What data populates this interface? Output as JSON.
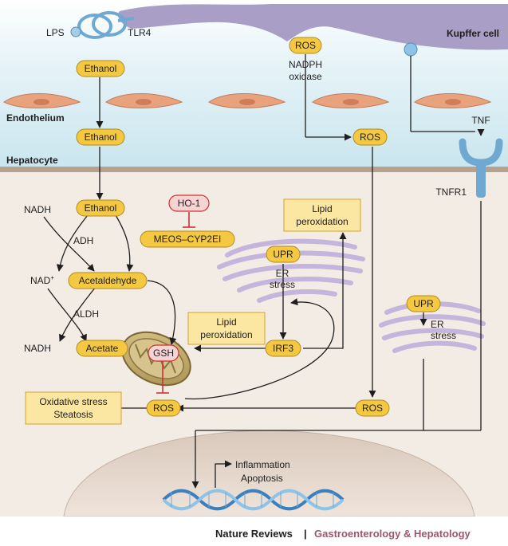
{
  "regions": {
    "kupffer_cell": "Kupffer cell",
    "endothelium": "Endothelium",
    "hepatocyte": "Hepatocyte"
  },
  "molecules": {
    "lps": "LPS",
    "tlr4": "TLR4",
    "ethanol": "Ethanol",
    "ros": "ROS",
    "nadph_oxidase": [
      "NADPH",
      "oxidase"
    ],
    "tnf": "TNF",
    "tnfr1": "TNFR1",
    "nadh": "NADH",
    "nad": "NAD",
    "nad_sup": "+",
    "adh": "ADH",
    "aldh": "ALDH",
    "acetaldehyde": "Acetaldehyde",
    "acetate": "Acetate",
    "gsh": "GSH",
    "ho1": "HO-1",
    "meos": "MEOS–CYP2EI",
    "upr": "UPR",
    "er_stress": [
      "ER",
      "stress"
    ],
    "irf3": "IRF3"
  },
  "boxes": {
    "lipid_peroxidation_1": [
      "Lipid",
      "peroxidation"
    ],
    "lipid_peroxidation_2": [
      "Lipid",
      "peroxidation"
    ],
    "oxidative_stress": [
      "Oxidative stress",
      "Steatosis"
    ]
  },
  "nucleus": {
    "outcomes": [
      "Inflammation",
      "Apoptosis"
    ]
  },
  "footer": {
    "publisher": "Nature Reviews",
    "separator": "|",
    "journal": "Gastroenterology & Hepatology"
  },
  "colors": {
    "node_fill": "#f5c842",
    "box_fill": "#fbe6a2",
    "ho1_fill": "#f7d3d3",
    "kupffer": "#a99ec6",
    "endothelium_band": "#d6ecf2",
    "hepatocyte": "#f3ece4",
    "membrane": "#b8a08e",
    "nucleus": "#e3d6cc",
    "receptor": "#6fa8d1",
    "inhibit": "#cc3333",
    "journal_text": "#a0566a"
  }
}
